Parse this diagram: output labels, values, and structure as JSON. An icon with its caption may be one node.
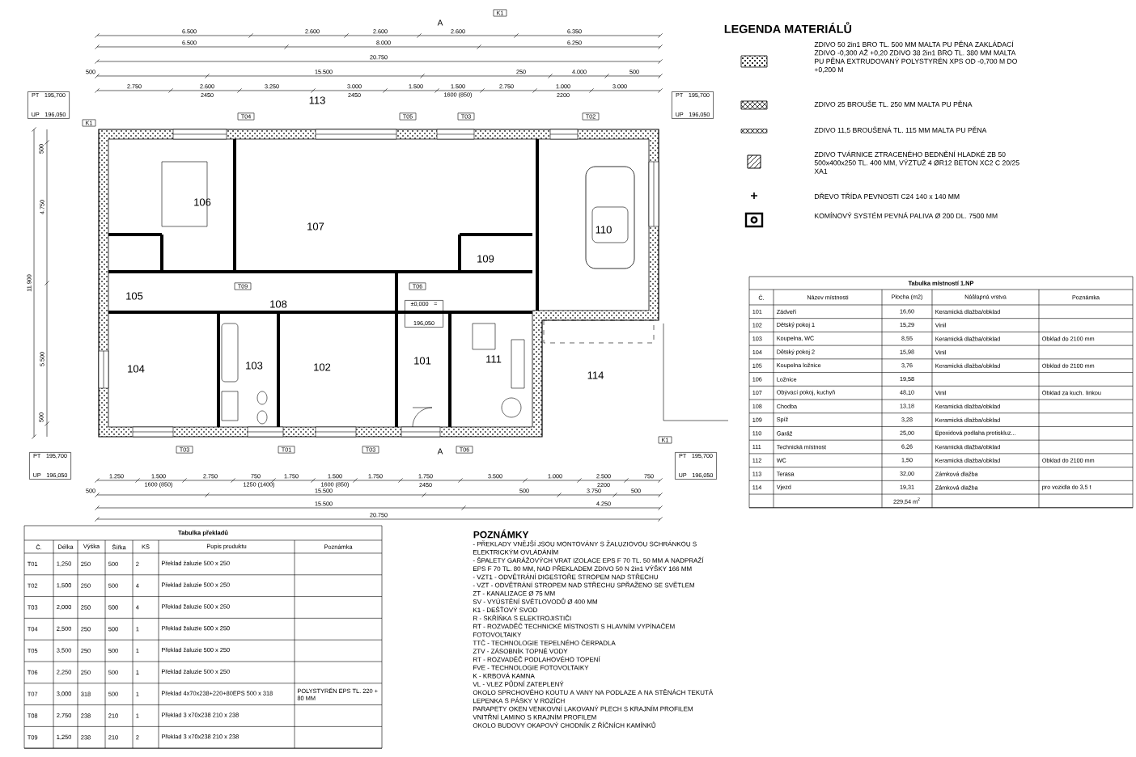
{
  "diagram": {
    "nodes": [
      {
        "text": [
          "PT 195,700 UP 196,050"
        ]
      },
      {
        "text": [
          "PT 195,700 UP 196,050"
        ]
      },
      {
        "text": [
          "PT 195,700 UP 196,050"
        ]
      },
      {
        "text": [
          "PT 195,700 UP 196,050"
        ]
      },
      {
        "text": [
          "K1"
        ]
      },
      {
        "text": [
          "K1"
        ]
      },
      {
        "text": [
          "K1"
        ]
      },
      {
        "text": [
          "T04"
        ]
      },
      {
        "text": [
          "T05"
        ]
      },
      {
        "text": [
          "T03"
        ]
      },
      {
        "text": [
          "T02"
        ]
      },
      {
        "text": [
          "T09"
        ]
      },
      {
        "text": [
          "T06"
        ]
      },
      {
        "text": [
          "T03"
        ]
      },
      {
        "text": [
          "T01"
        ]
      },
      {
        "text": [
          "T03"
        ]
      },
      {
        "text": [
          "T06"
        ]
      }
    ],
    "labels": [
      "113",
      "106",
      "107",
      "110",
      "109",
      "105",
      "108",
      "104",
      "103",
      "102",
      "101",
      "111",
      "114",
      "6.500",
      "2.600",
      "2.600",
      "2.600",
      "6.350",
      "6.500",
      "8.000",
      "6.250",
      "20.750",
      "500",
      "15.500",
      "250",
      "4.000",
      "500",
      "2.750",
      "2.600",
      "3.250",
      "3.000",
      "1.500",
      "1.500",
      "2.750",
      "1.000",
      "3.000",
      "2450",
      "2450",
      "1600 (850)",
      "2200",
      "1.250",
      "1.500",
      "2.750",
      "750",
      "1.750",
      "1.500",
      "1.750",
      "1.750",
      "3.500",
      "1.000",
      "2.500",
      "750",
      "1600 (850)",
      "1250 (1400)",
      "1600 (850)",
      "2450",
      "2200",
      "500",
      "15.500",
      "500",
      "3.750",
      "500",
      "15.500",
      "4.250",
      "20.750",
      "11.900",
      "4.750",
      "5.500",
      "500",
      "500",
      "±0,000 = 196,050",
      "A",
      "A",
      "LEGENDA MATERIÁLŮ",
      "Tabulka místností 1.NP",
      "Č.",
      "Název místnosti",
      "Plocha (m2)",
      "Nášlapná vrstva",
      "Poznámka",
      "101",
      "Zádveří",
      "16,60",
      "Keramická dlažba/obklad",
      "102",
      "Dětský pokoj 1",
      "15,29",
      "Vinil",
      "103",
      "Koupelna, WC",
      "8,55",
      "Keramická dlažba/obklad",
      "Obklad do 2100 mm",
      "104",
      "Dětský pokoj 2",
      "15,98",
      "Vinil",
      "105",
      "Koupelna ložnice",
      "3,76",
      "Keramická dlažba/obklad",
      "Obklad do 2100 mm",
      "106",
      "Ložnice",
      "19,58",
      "107",
      "Obývací pokoj, kuchyň",
      "48,10",
      "Vinil",
      "Obklad za kuch. linkou",
      "108",
      "Chodba",
      "13,18",
      "Keramická dlažba/obklad",
      "109",
      "Spíž",
      "3,28",
      "Keramická dlažba/obklad",
      "110",
      "Garáž",
      "25,00",
      "Epoxidová podlaha protiskluz...",
      "111",
      "Technická místnost",
      "6,26",
      "Keramická dlažba/obklad",
      "112",
      "WC",
      "1,50",
      "Keramická dlažba/obklad",
      "Obklad do 2100 mm",
      "113",
      "Terasa",
      "32,00",
      "Zámková dlažba",
      "114",
      "Vjezd",
      "19,31",
      "Zámková dlažba",
      "pro vozidla do 3,5 t",
      "229,54 m$^{2}$",
      "Tabulka překladů",
      "Č.",
      "Délka",
      "Výška",
      "Šířka",
      "KS",
      "Popis produktu",
      "Poznámka",
      "T01",
      "1,250",
      "250",
      "500",
      "2",
      "Překlad žaluzie 500 x 250",
      "T02",
      "1,500",
      "250",
      "500",
      "4",
      "Překlad žaluzie 500 x 250",
      "T03",
      "2,000",
      "250",
      "500",
      "4",
      "Překlad žaluzie 500 x 250",
      "T04",
      "2,500",
      "250",
      "500",
      "1",
      "Překlad žaluzie 500 x 250",
      "T05",
      "3,500",
      "250",
      "500",
      "1",
      "Překlad žaluzie 500 x 250",
      "T06",
      "2,250",
      "250",
      "500",
      "1",
      "Překlad žaluzie 500 x 250",
      "T07",
      "3,000",
      "318",
      "500",
      "1",
      "Překlad 4x70x238+220+80EPS 500 x 318",
      "POLYSTYRÉN EPS TL. 220 + 80 MM",
      "T08",
      "2,750",
      "238",
      "210",
      "1",
      "Překlad 3 x70x238 210 x 238",
      "T09",
      "1,250",
      "238",
      "210",
      "2",
      "Překlad 3 x70x238 210 x 238",
      "POZNÁMKY",
      "- PŘEKLADY VNĚJŠÍ JSOU MONTOVÁNY S ŽALUZIOVOU SCHRÁNKOU S ELEKTRICKÝM OVLÁDÁNÍM",
      "- ŠPALETY GARÁŽOVÝCH VRAT IZOLACE EPS F 70 TL. 50 MM A NADPRAŽÍ EPS F 70 TL. 80 MM, NAD PŘEKLADEM ZDIVO 50 N 2in1 VÝŠKY 166 MM",
      "- VZT1 - ODVĚTRÁNÍ DIGESTOŘE STROPEM NAD STŘECHU",
      "- VZT - ODVĚTRÁNÍ STROPEM NAD STŘECHU SPŘAŽENO SE SVĚTLEM",
      "ZT - KANALIZACE Ø 75 MM",
      "SV - VYÚSTĚNÍ SVĚTLOVODŮ Ø 400 MM",
      "K1 - DEŠŤOVÝ SVOD",
      "R - SKŘÍŇKA S ELEKTROJISTIČI",
      "RT - ROZVADĚČ TECHNICKÉ MÍSTNOSTI S HLAVNÍM VYPÍNAČEM FOTOVOLTAIKY",
      "TTČ - TECHNOLOGIE TEPELNÉHO ČERPADLA",
      "ZTV - ZÁSOBNÍK TOPNÉ VODY",
      "RT - ROZVADĚČ PODLAHOVÉHO TOPENÍ",
      "FVE - TECHNOLOGIE FOTOVOLTAIKY",
      "K - KRBOVÁ KAMNA",
      "VL - VLEZ PŮDNÍ ZATEPLENÝ",
      "OKOLO SPRCHOVÉHO KOUTU A VANY NA PODLAZE A NA STĚNÁCH TEKUTÁ LEPENKA S PÁSKY V ROZÍCH",
      "PARAPETY OKEN VENKOVNÍ LAKOVANÝ PLECH S KRAJNÍM PROFILEM VNITŘNÍ LAMINO S KRAJNÍM PROFILEM",
      "OKOLO BUDOVY OKAPOVÝ CHODNÍK Z ŘÍČNÍCH KAMÍNKŮ"
    ],
    "legend": [
      {
        "text": "ZDIVO 50 2in1 BRO TL. 500 MM MALTA PU PĚNA ZAKLÁDACÍ ZDIVO -0,300 AŽ +0,20 ZDIVO 38 2in1 BRO TL. 380 MM MALTA PU PĚNA EXTRUDOVANÝ POLYSTYRÉN XPS OD -0,700 M DO +0,200 M"
      },
      {
        "text": "ZDIVO 25 BROUŠE TL. 250 MM MALTA PU PĚNA"
      },
      {
        "text": "ZDIVO 11,5 BROUŠENÁ TL. 115 MM MALTA PU PĚNA"
      },
      {
        "text": "ZDIVO TVÁRNICE ZTRACENÉHO BEDNĚNÍ HLADKÉ ZB 50 500x400x250 TL. 400 MM, VÝZTUŽ 4 ØR12 BETON XC2 C 20/25 XA1"
      },
      {
        "text": "DŘEVO TŘÍDA PEVNOSTI C24 140 x 140 MM"
      },
      {
        "text": "KOMÍNOVÝ SYSTÉM PEVNÁ PALIVA Ø 200 DL. 7500 MM"
      }
    ]
  }
}
